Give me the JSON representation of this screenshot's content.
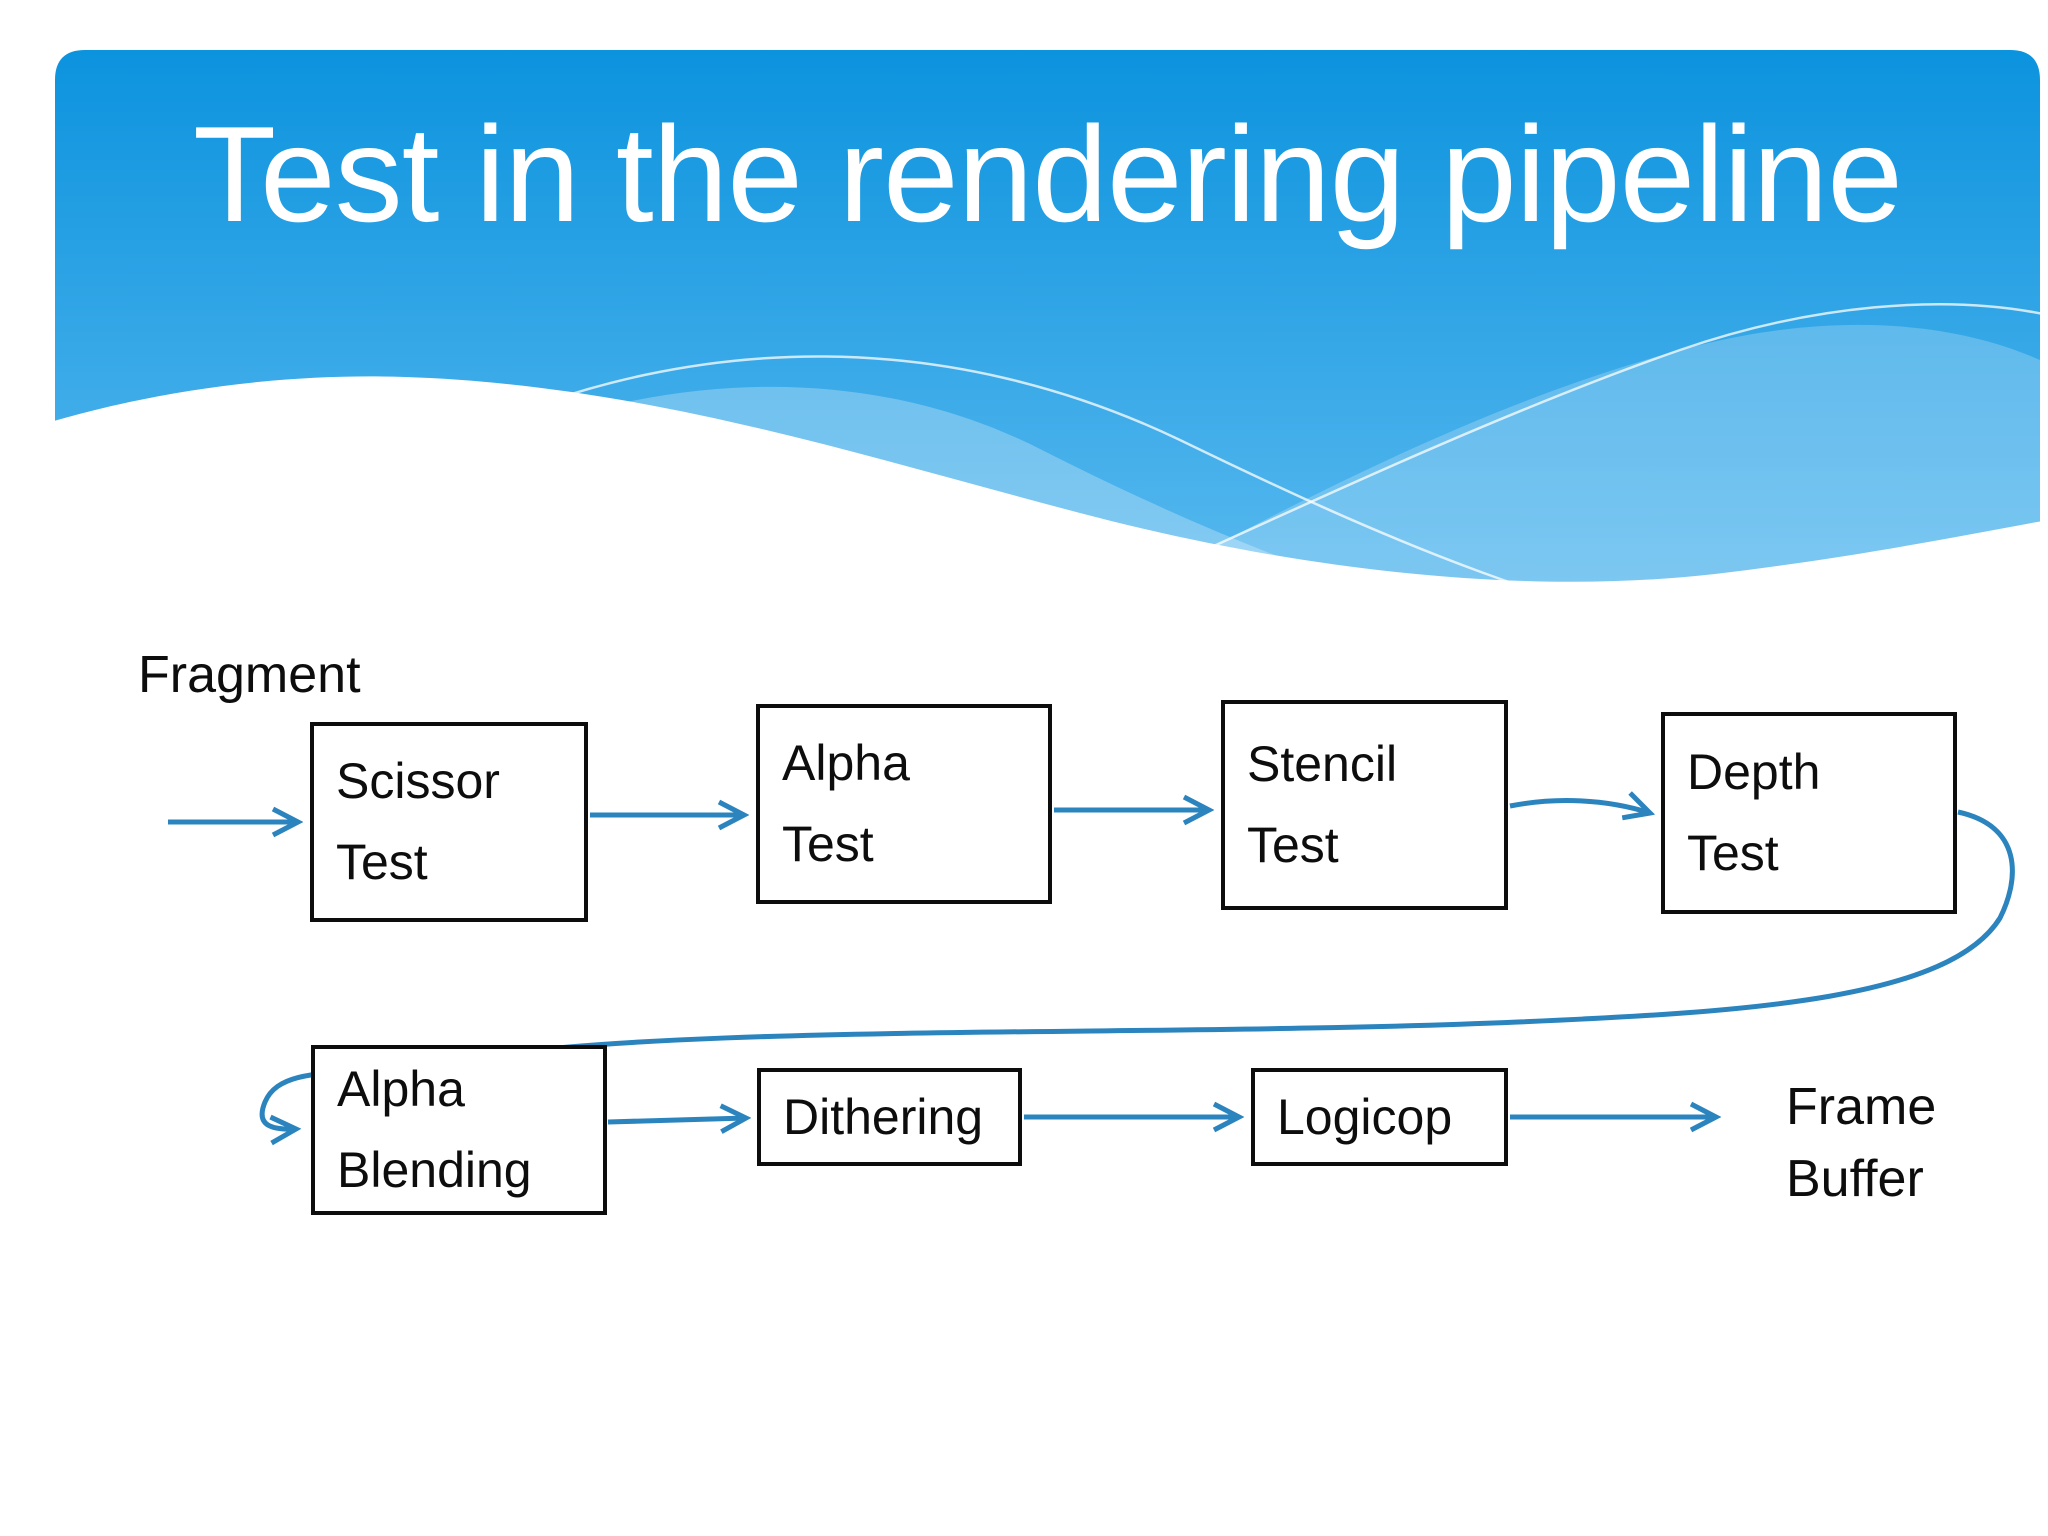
{
  "title": "Test in the rendering pipeline",
  "colors": {
    "header_gradient_top": "#0c93de",
    "header_gradient_bottom": "#5fbcf0",
    "title_text": "#ffffff",
    "arrow": "#2b84be",
    "box_border": "#0d0d0d",
    "box_fill": "#ffffff",
    "diagram_text": "#0d0d0d",
    "background": "#ffffff"
  },
  "diagram": {
    "input_label": "Fragment",
    "output_label_line1": "Frame",
    "output_label_line2": "Buffer",
    "nodes": [
      {
        "id": "scissor-test",
        "line1": "Scissor",
        "line2": "Test"
      },
      {
        "id": "alpha-test",
        "line1": "Alpha",
        "line2": "Test"
      },
      {
        "id": "stencil-test",
        "line1": "Stencil",
        "line2": "Test"
      },
      {
        "id": "depth-test",
        "line1": "Depth",
        "line2": "Test"
      },
      {
        "id": "alpha-blending",
        "line1": "Alpha",
        "line2": "Blending"
      },
      {
        "id": "dithering",
        "label": "Dithering"
      },
      {
        "id": "logicop",
        "label": "Logicop"
      }
    ]
  }
}
